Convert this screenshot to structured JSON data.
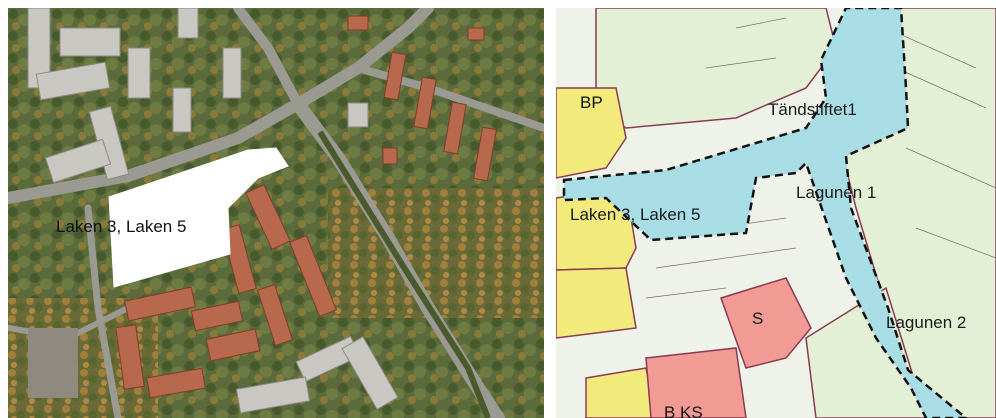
{
  "aerial_map": {
    "labels": {
      "laken": "Laken 3, Laken 5"
    },
    "colors": {
      "parcel_fill": "#ffffff"
    }
  },
  "zoning_map": {
    "labels": {
      "tandstiftet": "Tändstiftet1",
      "laken": "Laken 3, Laken 5",
      "lagunen1": "Lagunen 1",
      "lagunen2": "Lagunen 2"
    },
    "zone_codes": {
      "bp": "BP",
      "s": "S",
      "bks": "B KS"
    },
    "colors": {
      "plan_area": "#a8dde6",
      "residential_zone": "#f2ea7a",
      "public_service_zone": "#f29a94",
      "green_zone": "#e4f0d6"
    }
  }
}
